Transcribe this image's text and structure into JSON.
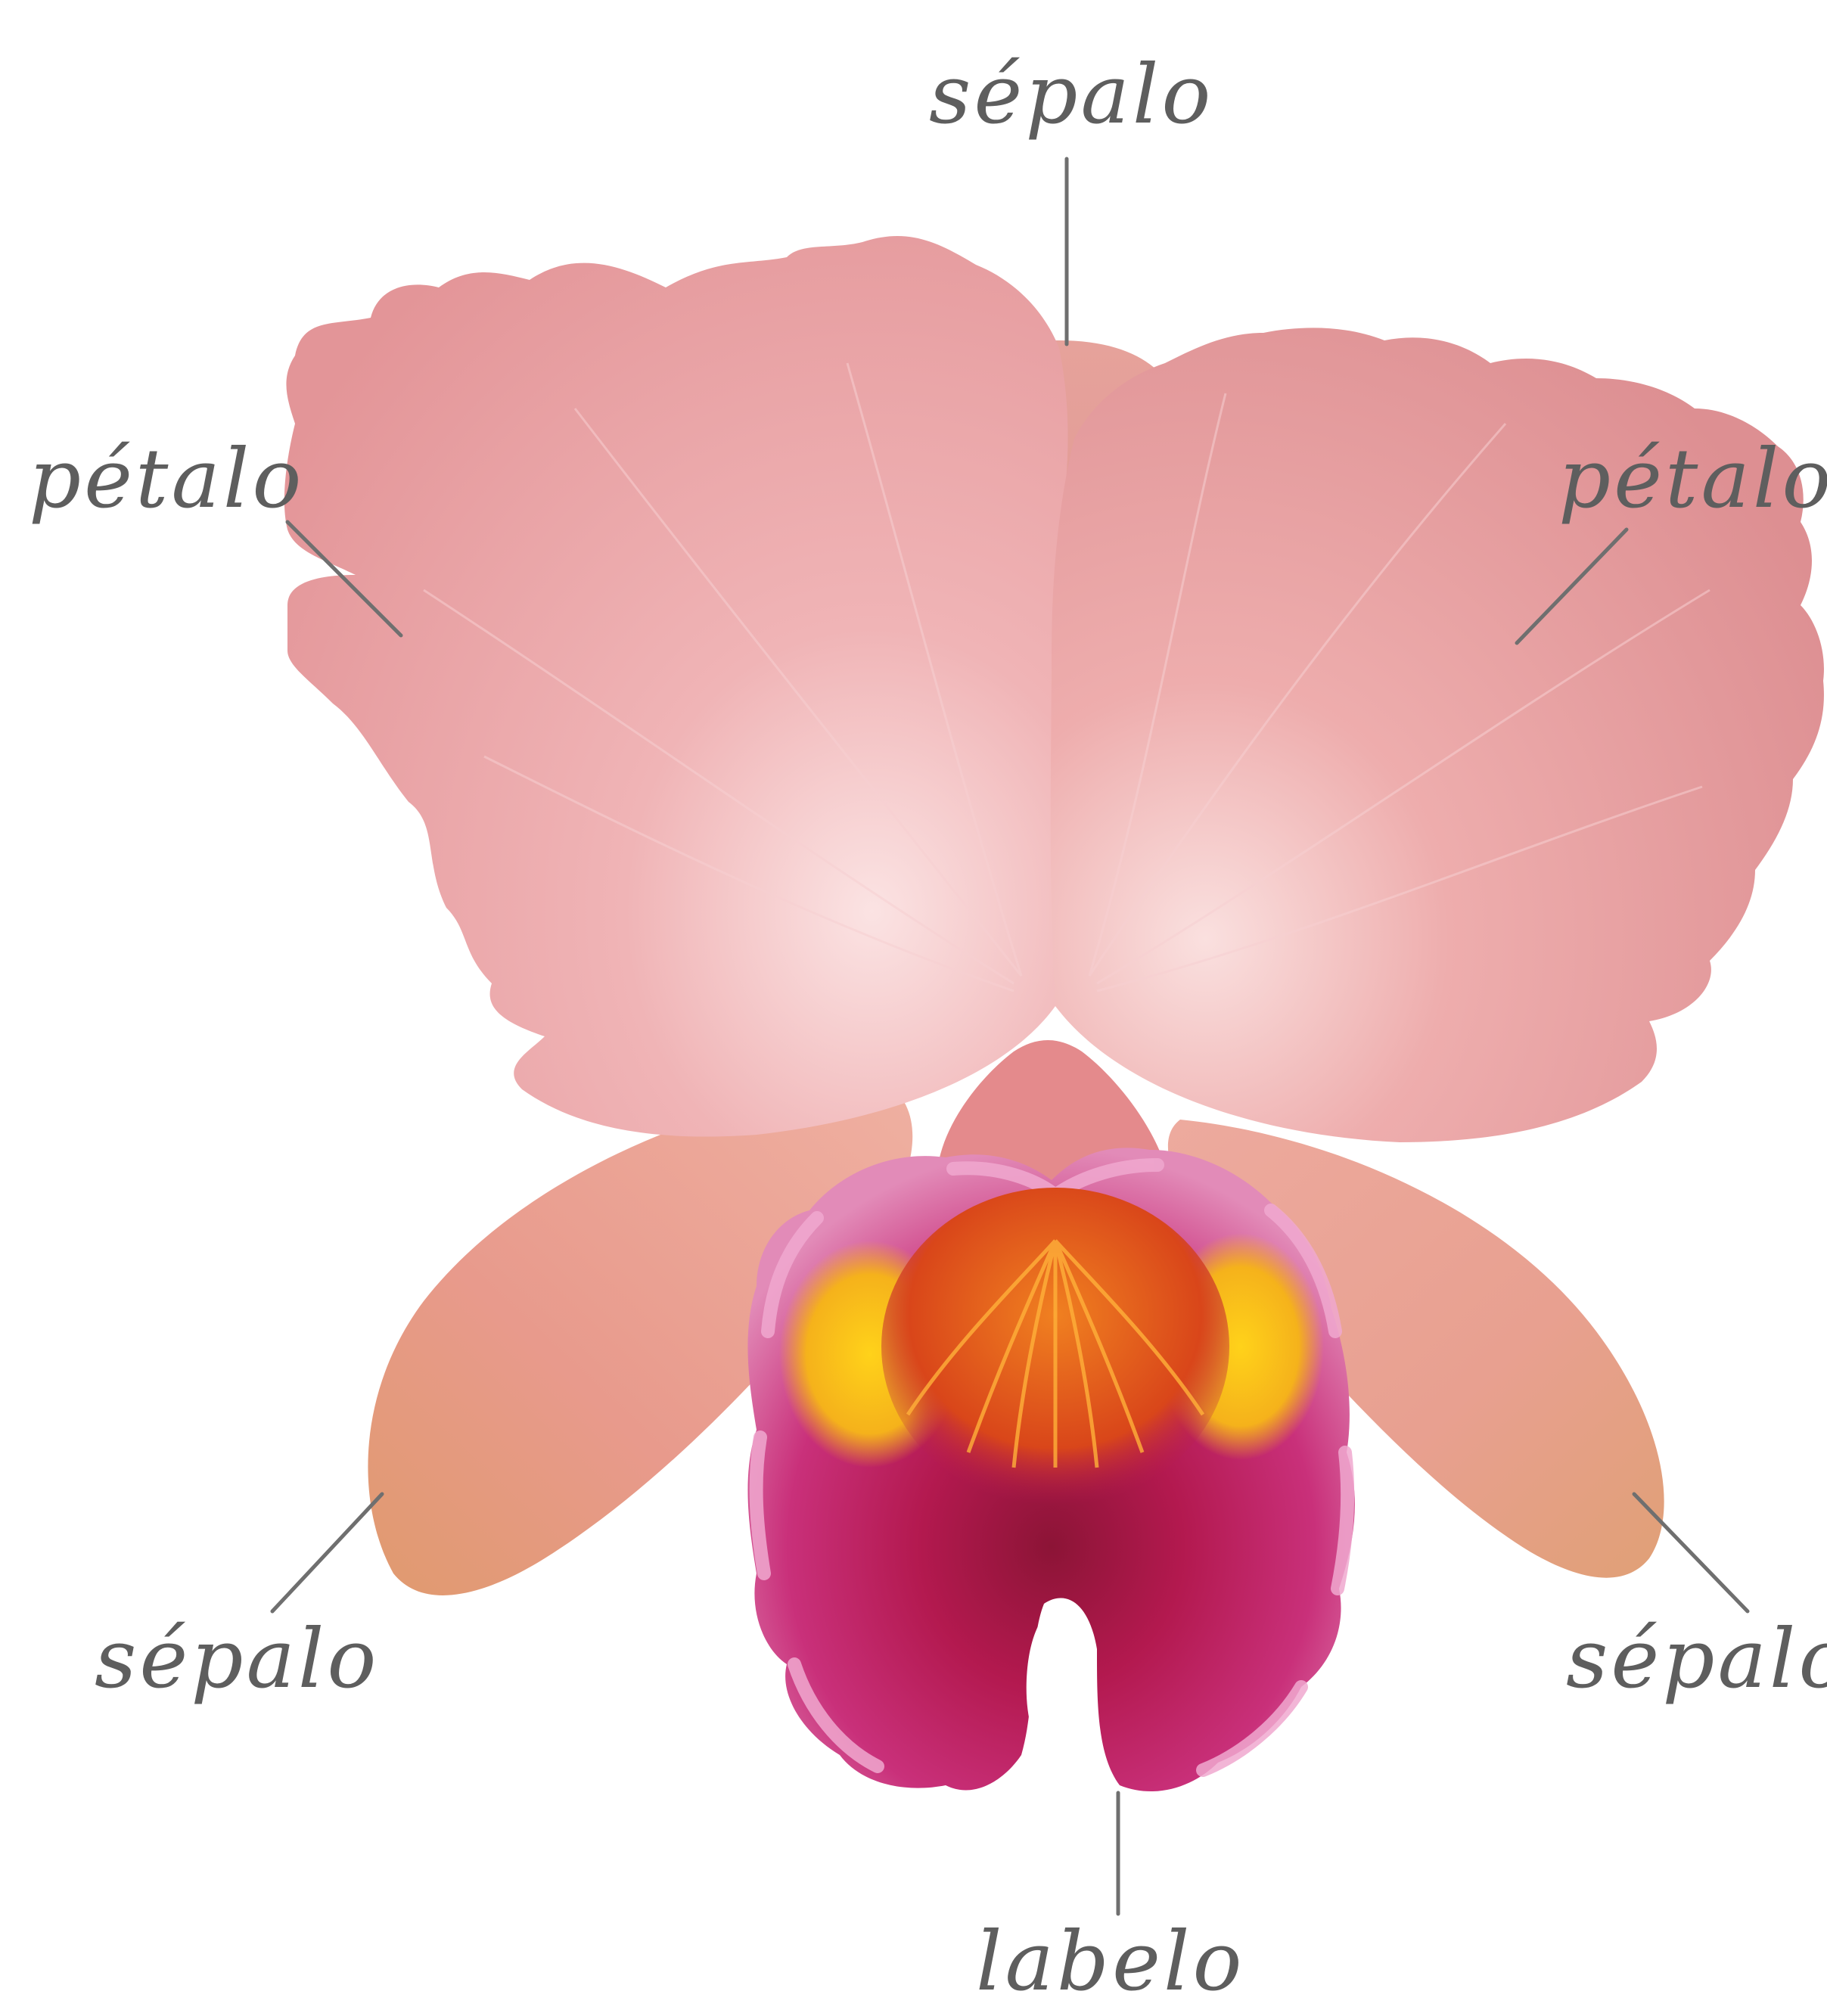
{
  "labels": {
    "sepal_top": "sépalo",
    "petal_left": "pétalo",
    "petal_right": "pétalo",
    "sepal_left": "sépalo",
    "sepal_right": "sépalo",
    "lip": "labelo"
  },
  "colors": {
    "background": "#ffffff",
    "label_text": "#5e5e5e",
    "leader_line": "#6f6f6f",
    "petal": "#e9a0a3",
    "sepal": "#e3978d",
    "lip_edge": "#e28bb8",
    "lip_center": "#b3194f",
    "lip_yellow": "#f5b21b",
    "lip_orange": "#e8621a"
  },
  "illustration": "pink cattleya orchid flower"
}
